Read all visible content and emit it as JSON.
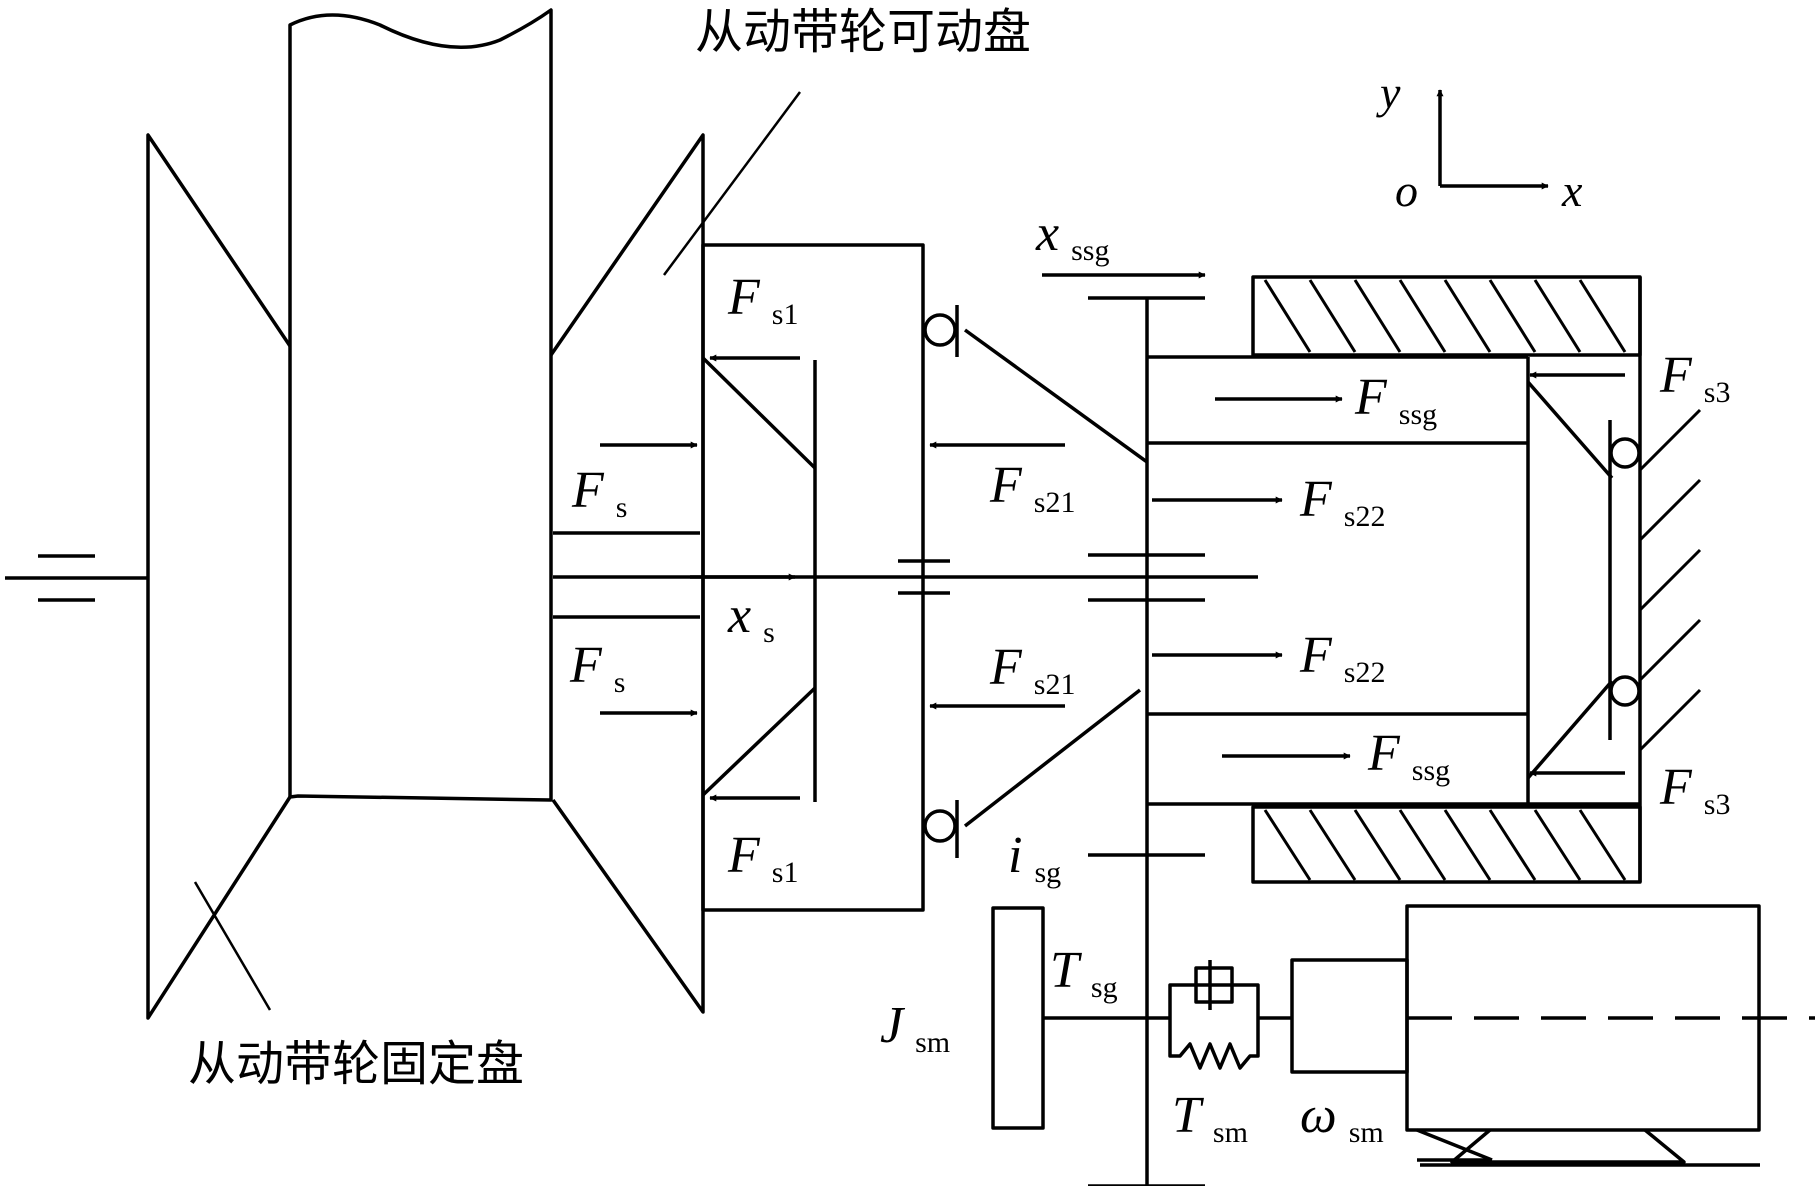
{
  "captions": {
    "movable_disc": "从动带轮可动盘",
    "fixed_disc": "从动带轮固定盘"
  },
  "axes": {
    "y": "y",
    "o": "o",
    "x": "x"
  },
  "symbols": {
    "fs1_top": {
      "main": "F",
      "sub": "s1"
    },
    "fs1_bottom": {
      "main": "F",
      "sub": "s1"
    },
    "fs_top": {
      "main": "F",
      "sub": "s"
    },
    "fs_bottom": {
      "main": "F",
      "sub": "s"
    },
    "xs": {
      "main": "x",
      "sub": "s"
    },
    "fs21_top": {
      "main": "F",
      "sub": "s21"
    },
    "fs21_bottom": {
      "main": "F",
      "sub": "s21"
    },
    "xssg": {
      "main": "x",
      "sub": "ssg"
    },
    "fssg_top": {
      "main": "F",
      "sub": "ssg"
    },
    "fssg_bottom": {
      "main": "F",
      "sub": "ssg"
    },
    "fs22_top": {
      "main": "F",
      "sub": "s22"
    },
    "fs22_bottom": {
      "main": "F",
      "sub": "s22"
    },
    "fs3_top": {
      "main": "F",
      "sub": "s3"
    },
    "fs3_bottom": {
      "main": "F",
      "sub": "s3"
    },
    "isg": {
      "main": "i",
      "sub": "sg"
    },
    "tsg": {
      "main": "T",
      "sub": "sg"
    },
    "jsm": {
      "main": "J",
      "sub": "sm"
    },
    "tsm": {
      "main": "T",
      "sub": "sm"
    },
    "wsm": {
      "main": "ω",
      "sub": "sm"
    }
  }
}
